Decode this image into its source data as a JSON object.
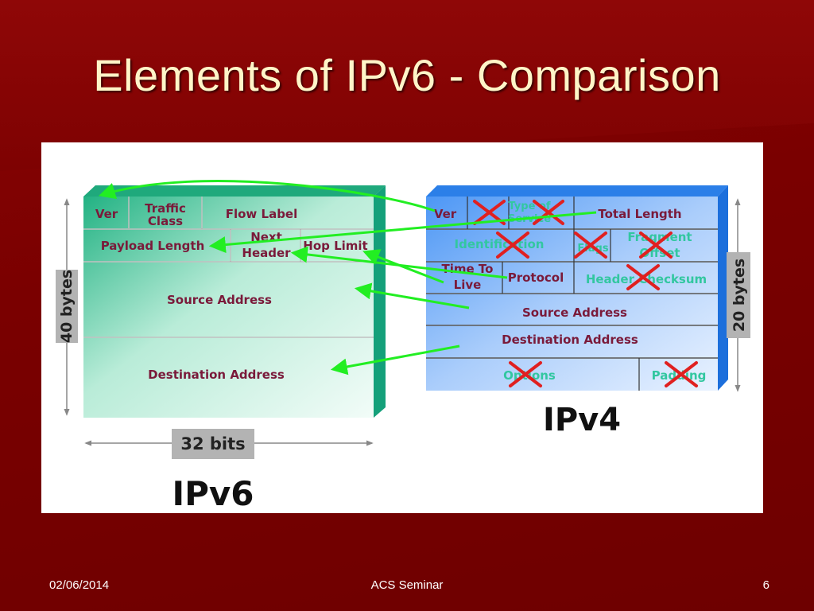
{
  "slide": {
    "title": "Elements of IPv6 - Comparison",
    "footer_date": "02/06/2014",
    "footer_center": "ACS Seminar",
    "footer_page": "6"
  },
  "ipv6": {
    "name": "IPv6",
    "height_label": "40 bytes",
    "width_label": "32 bits",
    "fields": {
      "ver": "Ver",
      "traffic_class_1": "Traffic",
      "traffic_class_2": "Class",
      "flow_label": "Flow Label",
      "payload_length": "Payload Length",
      "next_header_1": "Next",
      "next_header_2": "Header",
      "hop_limit": "Hop Limit",
      "source_address": "Source Address",
      "destination_address": "Destination Address"
    }
  },
  "ipv4": {
    "name": "IPv4",
    "height_label": "20 bytes",
    "fields": {
      "ver": "Ver",
      "tos_1": "Type of",
      "tos_2": "Service",
      "total_length": "Total Length",
      "identification": "Identification",
      "flags": "Flags",
      "fragment_offset_1": "Fragment",
      "fragment_offset_2": "Offset",
      "ttl_1": "Time To",
      "ttl_2": "Live",
      "protocol": "Protocol",
      "header_checksum": "Header Checksum",
      "source_address": "Source Address",
      "destination_address": "Destination Address",
      "options": "Options",
      "padding": "Padding"
    }
  },
  "colors": {
    "removed_mark": "#e02020",
    "mapping_arrow": "#22ee22",
    "ipv6_fill": "#2fb893",
    "ipv4_fill": "#3b8ff0"
  }
}
